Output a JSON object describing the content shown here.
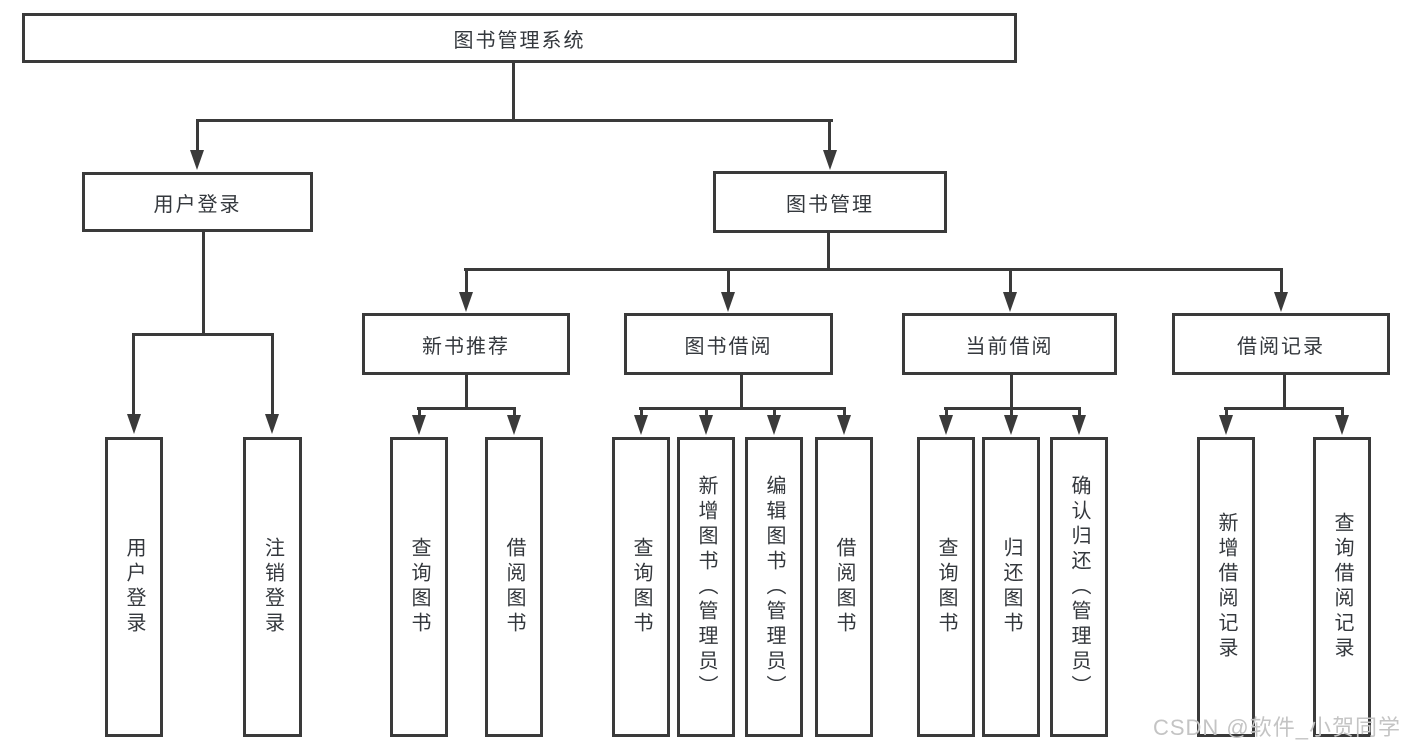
{
  "diagram": {
    "root": {
      "label": "图书管理系统"
    },
    "branches": [
      {
        "label": "用户登录",
        "children": [
          {
            "label": "用户登录"
          },
          {
            "label": "注销登录"
          }
        ]
      },
      {
        "label": "图书管理",
        "children": [
          {
            "label": "新书推荐",
            "children": [
              {
                "label": "查询图书"
              },
              {
                "label": "借阅图书"
              }
            ]
          },
          {
            "label": "图书借阅",
            "children": [
              {
                "label": "查询图书"
              },
              {
                "label": "新增图书（管理员）"
              },
              {
                "label": "编辑图书（管理员）"
              },
              {
                "label": "借阅图书"
              }
            ]
          },
          {
            "label": "当前借阅",
            "children": [
              {
                "label": "查询图书"
              },
              {
                "label": "归还图书"
              },
              {
                "label": "确认归还（管理员）"
              }
            ]
          },
          {
            "label": "借阅记录",
            "children": [
              {
                "label": "新增借阅记录"
              },
              {
                "label": "查询借阅记录"
              }
            ]
          }
        ]
      }
    ]
  },
  "watermark": {
    "text": "CSDN @软件_小贺同学"
  },
  "colors": {
    "line": "#3a3a3a",
    "box_border": "#3a3a3a",
    "text": "#34383d",
    "watermark": "#c4c4c4",
    "background": "#ffffff"
  }
}
